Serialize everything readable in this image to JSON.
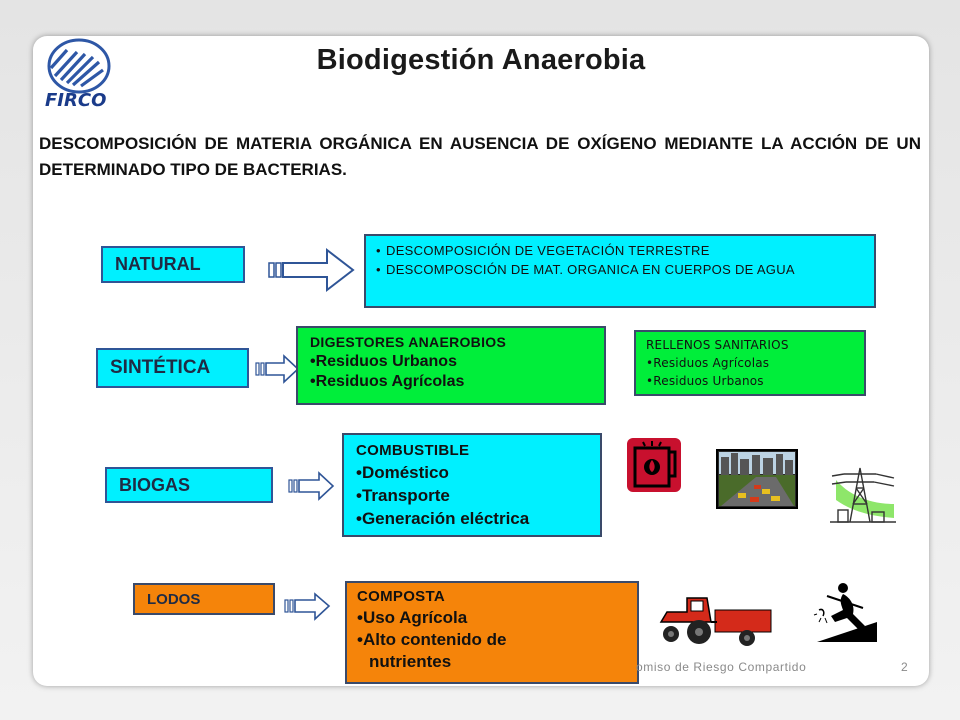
{
  "title": "Biodigestión Anaerobia",
  "logo_text": "FIRCO",
  "description": "DESCOMPOSICIÓN DE MATERIA ORGÁNICA EN AUSENCIA DE OXÍGENO MEDIANTE LA ACCIÓN DE UN DETERMINADO TIPO DE BACTERIAS.",
  "rows": {
    "natural": {
      "label": "NATURAL",
      "items": [
        "DESCOMPOSICIÓN DE VEGETACIÓN TERRESTRE",
        "DESCOMPOSCIÓN DE MAT. ORGANICA EN CUERPOS DE AGUA"
      ]
    },
    "sintetica": {
      "label": "SINTÉTICA",
      "digestores_title": "DIGESTORES ANAEROBIOS",
      "digestores_items": [
        "•Residuos Urbanos",
        "•Residuos Agrícolas"
      ],
      "rellenos_title": "RELLENOS SANITARIOS",
      "rellenos_items": [
        "•Residuos Agrícolas",
        "•Residuos Urbanos"
      ]
    },
    "biogas": {
      "label": "BIOGAS",
      "title": "COMBUSTIBLE",
      "items": [
        "•Doméstico",
        "•Transporte",
        "•Generación eléctrica"
      ]
    },
    "lodos": {
      "label": "LODOS",
      "title": "COMPOSTA",
      "items": [
        "•Uso Agrícola",
        "•Alto contenido de",
        "nutrientes"
      ]
    }
  },
  "footer_text": "omiso de Riesgo Compartido",
  "page_number": "2",
  "colors": {
    "cyan": "#00f0ff",
    "green": "#00ee3a",
    "orange": "#f5840a",
    "logo_blue": "#2e57a6"
  }
}
